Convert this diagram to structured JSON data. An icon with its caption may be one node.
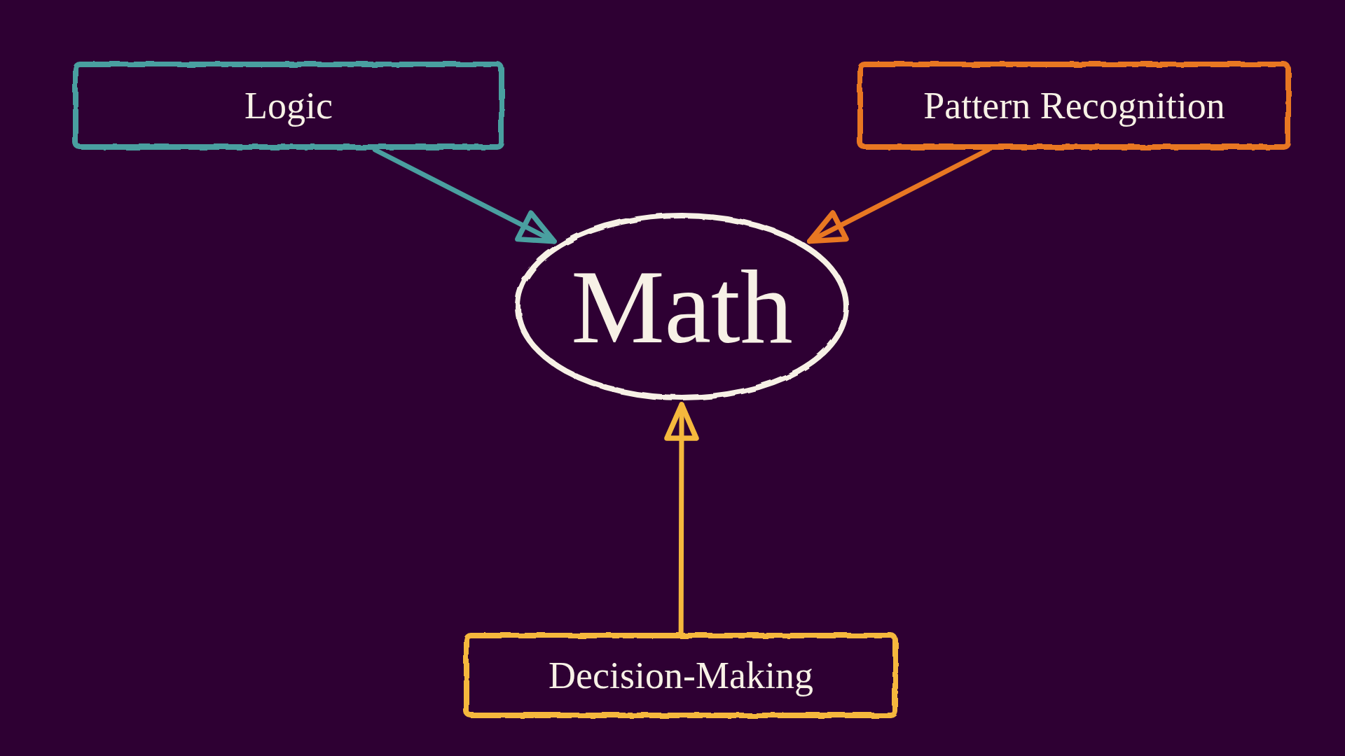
{
  "diagram": {
    "nodes": [
      {
        "text": [
          "Logic"
        ]
      },
      {
        "text": [
          "Pattern Recognition"
        ]
      },
      {
        "text": [
          "Math"
        ]
      },
      {
        "text": [
          "Decision-Making"
        ]
      }
    ],
    "edges": [
      {
        "from": 0,
        "to": 2,
        "arrow": "to",
        "color": "#4a9fa0"
      },
      {
        "from": 1,
        "to": 2,
        "arrow": "to",
        "color": "#e87722"
      },
      {
        "from": 3,
        "to": 2,
        "arrow": "to",
        "color": "#f5b83d"
      }
    ]
  }
}
